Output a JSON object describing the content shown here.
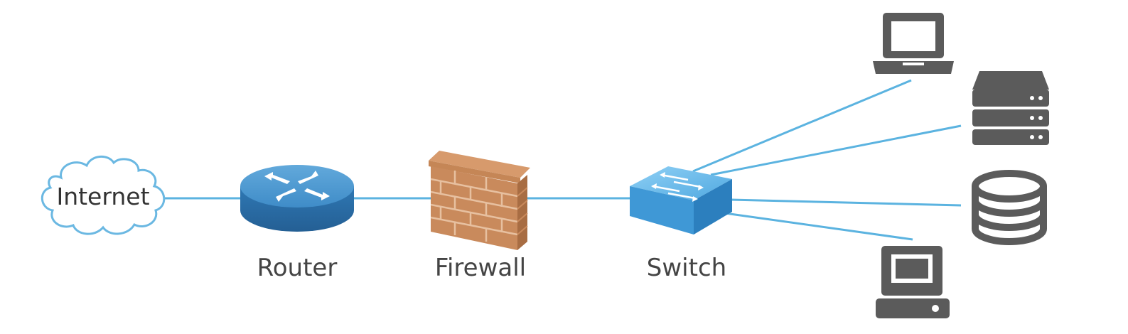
{
  "diagram": {
    "nodes": {
      "internet": {
        "label": "Internet",
        "icon": "cloud-icon"
      },
      "router": {
        "label": "Router",
        "icon": "router-icon"
      },
      "firewall": {
        "label": "Firewall",
        "icon": "brick-wall-icon"
      },
      "switch": {
        "label": "Switch",
        "icon": "network-switch-icon"
      },
      "laptop": {
        "icon": "laptop-icon"
      },
      "server": {
        "icon": "server-rack-icon"
      },
      "database": {
        "icon": "database-icon"
      },
      "desktop": {
        "icon": "desktop-computer-icon"
      }
    },
    "links": [
      {
        "from": "internet",
        "to": "router"
      },
      {
        "from": "router",
        "to": "firewall"
      },
      {
        "from": "firewall",
        "to": "switch"
      },
      {
        "from": "switch",
        "to": "laptop"
      },
      {
        "from": "switch",
        "to": "server"
      },
      {
        "from": "switch",
        "to": "database"
      },
      {
        "from": "switch",
        "to": "desktop"
      }
    ],
    "colors": {
      "link": "#5bb3e0",
      "cloud_stroke": "#6bb8e2",
      "router": "#3d87c2",
      "brick": "#c98a5c",
      "switch": "#5aaee8",
      "device": "#5b5b5b"
    }
  }
}
